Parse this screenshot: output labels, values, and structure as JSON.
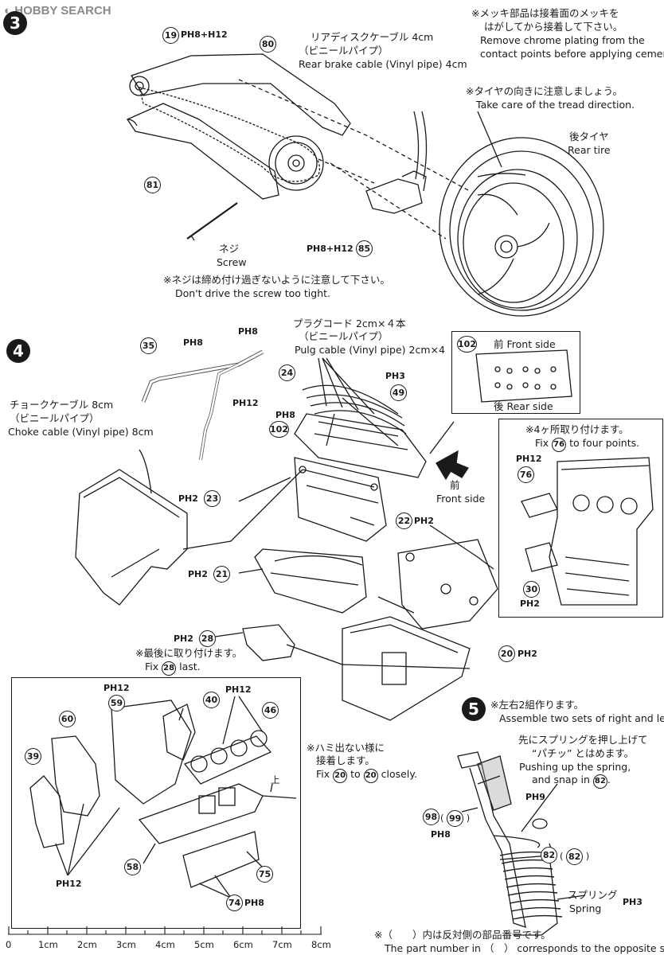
{
  "watermark": "HOBBY SEARCH",
  "steps": {
    "s3": "3",
    "s4": "4",
    "s5": "5"
  },
  "step3": {
    "callouts": {
      "p19": "PH8+H12",
      "p85": "PH8+H12"
    },
    "rear_cable_jp": "リアディスクケーブル 4cm",
    "rear_cable_jp2": "（ビニールパイプ）",
    "rear_cable_en": "Rear brake cable (Vinyl pipe) 4cm",
    "chrome_jp1": "※メッキ部品は接着面のメッキを",
    "chrome_jp2": "はがしてから接着して下さい。",
    "chrome_en1": "Remove chrome plating from the",
    "chrome_en2": "contact points before applying cement.",
    "tread_jp": "※タイヤの向きに注意しましょう。",
    "tread_en": "Take care of the tread direction.",
    "tire_jp": "後タイヤ",
    "tire_en": "Rear tire",
    "screw_jp": "ネジ",
    "screw_en": "Screw",
    "screw_note_jp": "※ネジは締め付け過ぎないように注意して下さい。",
    "screw_note_en": "Don't drive the screw too tight."
  },
  "step4": {
    "plug_jp1": "プラグコード 2cm×４本",
    "plug_jp2": "（ビニールパイプ）",
    "plug_en": "Pulg cable (Vinyl pipe) 2cm×4",
    "choke_jp1": "チョークケーブル 8cm",
    "choke_jp2": "（ビニールパイプ）",
    "choke_en": "Choke cable (Vinyl pipe) 8cm",
    "front_jp": "前",
    "front_en": "Front side",
    "inset_front": "前 Front side",
    "inset_rear": "後 Rear side",
    "fix76_jp": "※4ヶ所取り付けます。",
    "fix76_en_pre": "Fix",
    "fix76_en_post": "to four points.",
    "fix28_jp": "※最後に取り付けます。",
    "fix28_en_pre": "Fix",
    "fix28_en_post": "last.",
    "fix20_jp1": "※ハミ出ない様に",
    "fix20_jp2": "接着します。",
    "fix20_en_pre": "Fix",
    "fix20_en_mid": "to",
    "fix20_en_post": "closely.",
    "up_jp": "上",
    "callouts": {
      "p8a": "PH8",
      "p8b": "PH8",
      "p3": "PH3",
      "p12a": "PH12",
      "p12b": "PH12",
      "p2a": "PH2",
      "p2b": "PH2",
      "p2c": "PH2",
      "p2d": "PH2",
      "p2e": "PH2",
      "p2f": "PH2",
      "p12c": "PH12",
      "p12d": "PH12",
      "p12e": "PH12",
      "p8c": "PH8"
    }
  },
  "step5": {
    "sets_jp": "※左右2組作ります。",
    "sets_en": "Assemble two sets of right and left.",
    "spring_jp1": "先にスプリングを押し上げて",
    "spring_jp2": "“パチッ” とはめます。",
    "spring_en1": "Pushing up the spring,",
    "spring_en2_pre": "and snap in",
    "spring_label_jp": "スプリング",
    "spring_label_en": "Spring",
    "callouts": {
      "p9": "PH9",
      "p8": "PH8",
      "p3": "PH3"
    }
  },
  "parts": {
    "n19": "19",
    "n80": "80",
    "n81": "81",
    "n85": "85",
    "n35": "35",
    "n24": "24",
    "n49": "49",
    "n102": "102",
    "n102b": "102",
    "n23": "23",
    "n21": "21",
    "n22": "22",
    "n76": "76",
    "n76b": "76",
    "n30": "30",
    "n28": "28",
    "n28b": "28",
    "n20": "20",
    "n20b": "20",
    "n20c": "20",
    "n60": "60",
    "n39": "39",
    "n59": "59",
    "n40": "40",
    "n46": "46",
    "n58": "58",
    "n75": "75",
    "n74": "74",
    "n98": "98",
    "n99": "99",
    "n82": "82",
    "n82b": "82",
    "n82c": "82"
  },
  "footer": {
    "note_jp": "※（　　）内は反対側の部品番号です。",
    "note_en": "The part number in （　） corresponds to the opposite side."
  },
  "ruler": {
    "ticks": [
      "0",
      "1cm",
      "2cm",
      "3cm",
      "4cm",
      "5cm",
      "6cm",
      "7cm",
      "8cm"
    ]
  }
}
